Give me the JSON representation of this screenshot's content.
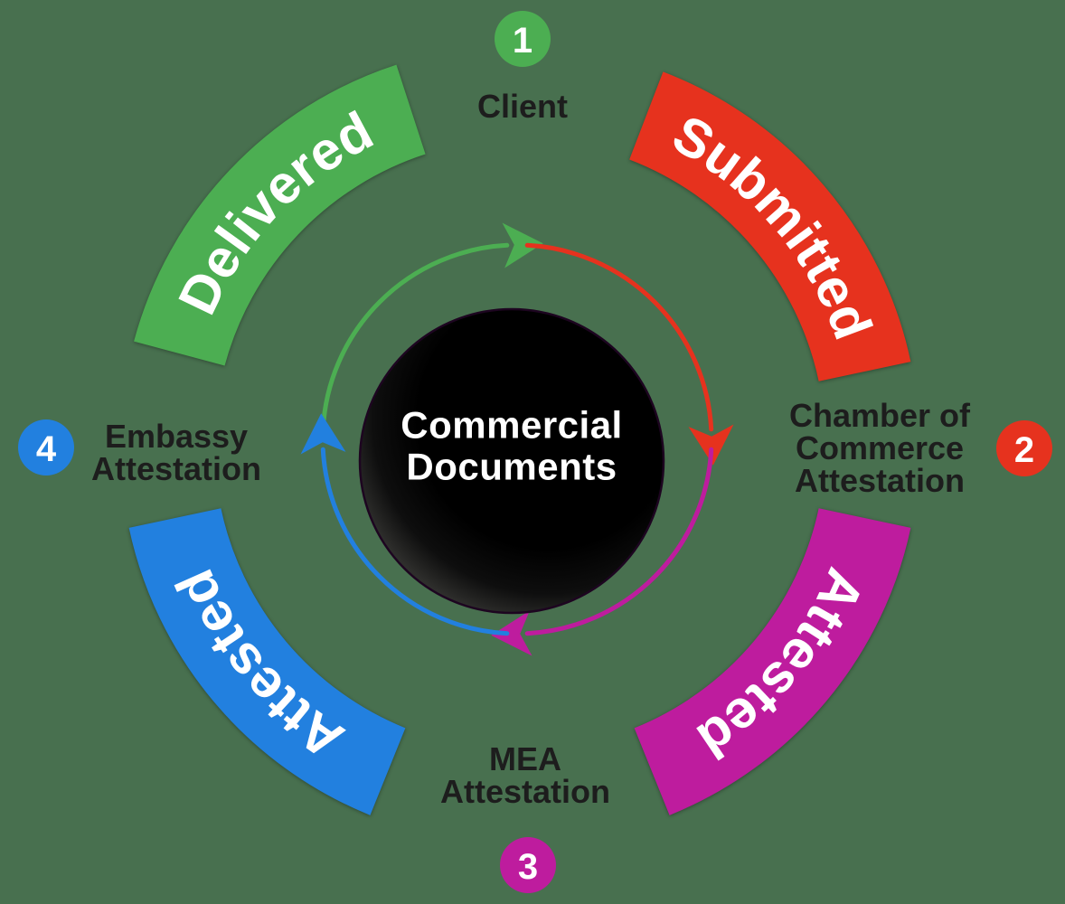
{
  "page": {
    "background_color": "#48704F"
  },
  "center_circle": {
    "line1": "Commercial",
    "line2": "Documents",
    "text_color": "#ffffff",
    "fill_color": "#000000"
  },
  "arcs": [
    {
      "label": "Delivered",
      "color": "#4CAE52",
      "position": "top-left"
    },
    {
      "label": "Submitted",
      "color": "#E6321E",
      "position": "top-right"
    },
    {
      "label": "Attested",
      "color": "#BE1C9E",
      "position": "bottom-right"
    },
    {
      "label": "Attested",
      "color": "#2280DF",
      "position": "bottom-left"
    }
  ],
  "steps": [
    {
      "number": "1",
      "badge_color": "#4CAE52",
      "lines": [
        "Client",
        "",
        ""
      ]
    },
    {
      "number": "2",
      "badge_color": "#E6321E",
      "lines": [
        "Chamber of",
        "Commerce",
        "Attestation"
      ]
    },
    {
      "number": "3",
      "badge_color": "#BE1C9E",
      "lines": [
        "MEA",
        "Attestation",
        ""
      ]
    },
    {
      "number": "4",
      "badge_color": "#2280DF",
      "lines": [
        "Embassy",
        "Attestation",
        ""
      ]
    }
  ]
}
